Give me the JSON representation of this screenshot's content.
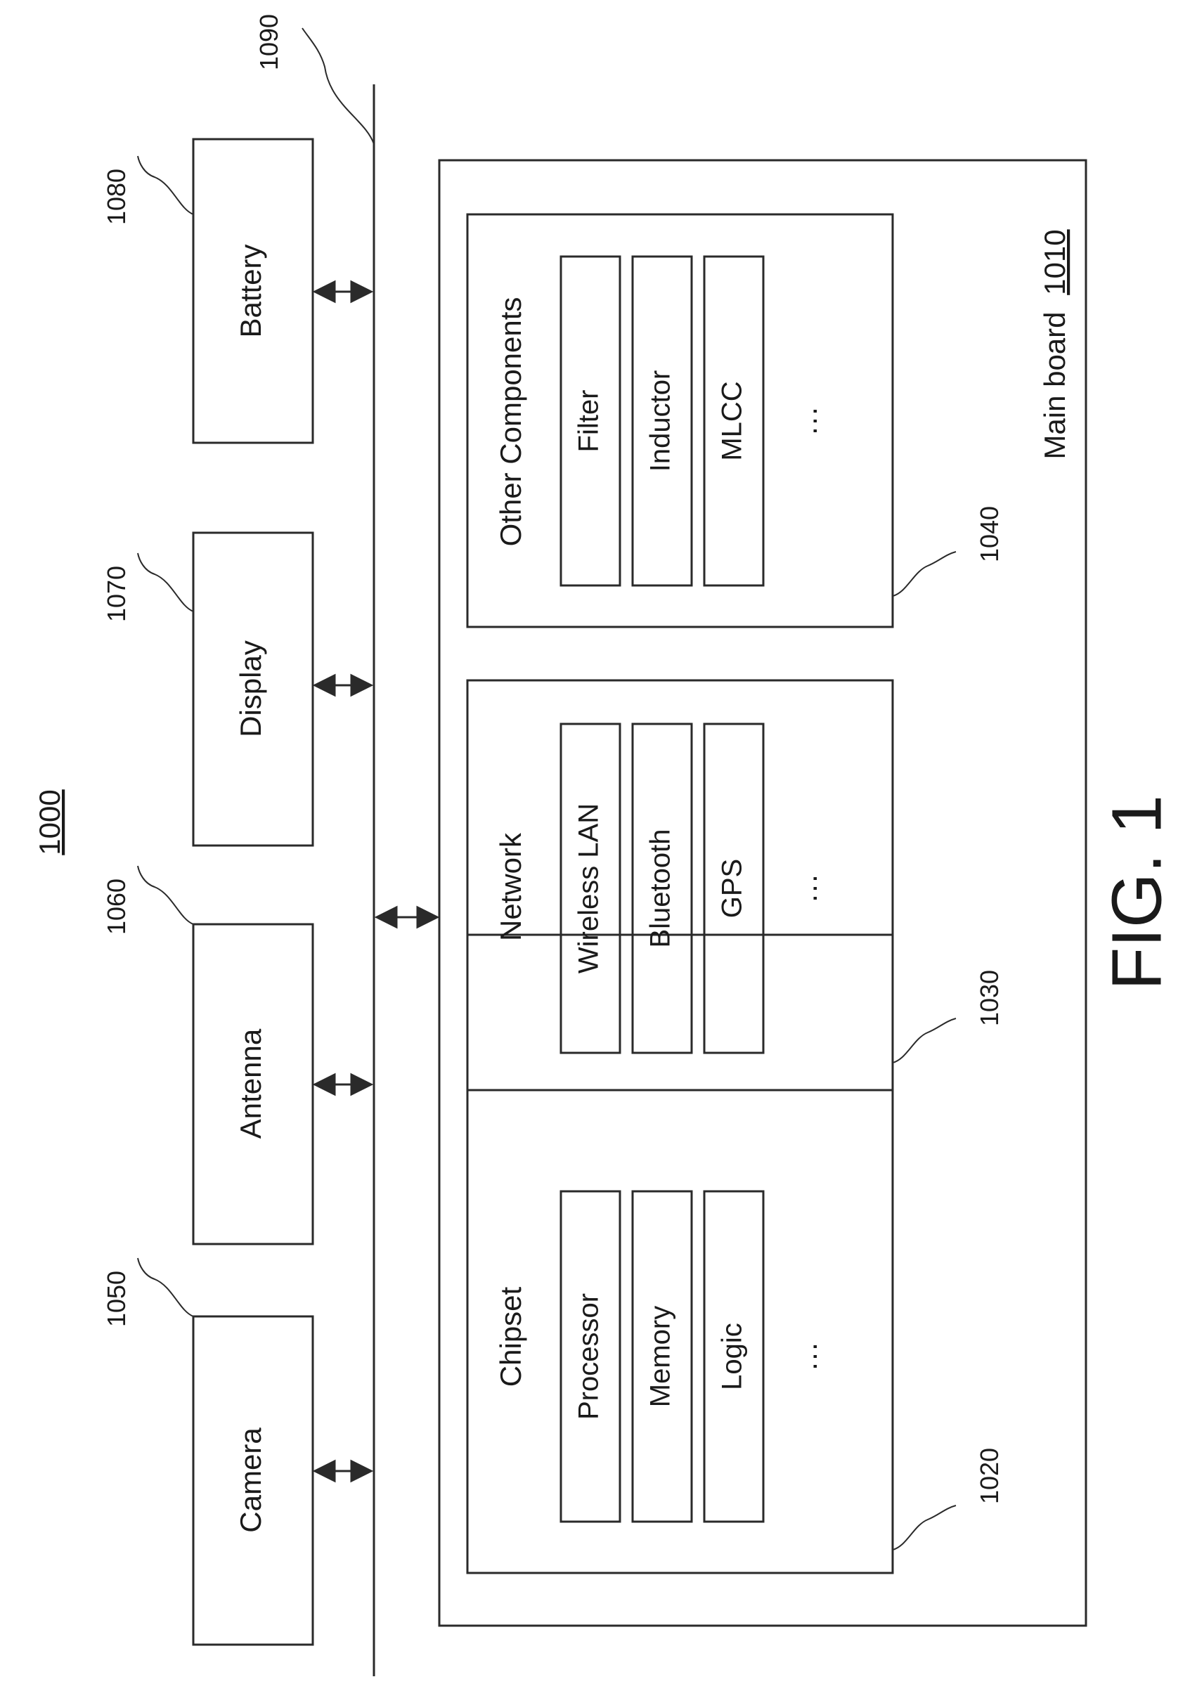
{
  "figure": {
    "number": "1000",
    "caption": "FIG. 1"
  },
  "bus": {
    "ref": "1090"
  },
  "peripherals": [
    {
      "label": "Camera",
      "ref": "1050"
    },
    {
      "label": "Antenna",
      "ref": "1060"
    },
    {
      "label": "Display",
      "ref": "1070"
    },
    {
      "label": "Battery",
      "ref": "1080"
    }
  ],
  "main_board": {
    "label": "Main board",
    "ref": "1010",
    "groups": [
      {
        "label": "Chipset",
        "ref": "1020",
        "items": [
          "Processor",
          "Memory",
          "Logic"
        ],
        "ellipsis": "···"
      },
      {
        "label": "Network",
        "ref": "1030",
        "items": [
          "Wireless LAN",
          "Bluetooth",
          "GPS"
        ],
        "ellipsis": "···"
      },
      {
        "label": "Other Components",
        "ref": "1040",
        "items": [
          "Filter",
          "Inductor",
          "MLCC"
        ],
        "ellipsis": "···"
      }
    ]
  },
  "colors": {
    "line": "#2a2a2a",
    "text": "#1a1a1a",
    "background": "#ffffff"
  }
}
